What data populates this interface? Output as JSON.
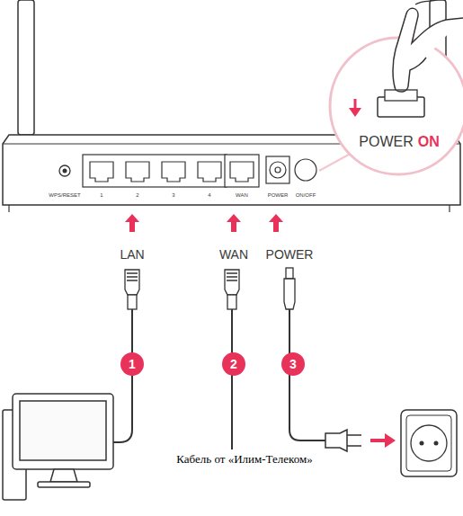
{
  "diagram": {
    "labels": [
      "WPS/RESET",
      "1",
      "2",
      "3",
      "4",
      "WAN",
      "POWER",
      "ON/OFF",
      "POWER",
      "ON",
      "LAN",
      "WAN",
      "POWER",
      "1",
      "2",
      "3",
      "Кабель от «Илим-Телеком»"
    ]
  }
}
